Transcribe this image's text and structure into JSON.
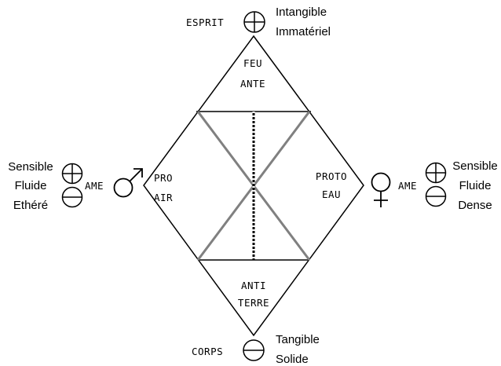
{
  "top": {
    "tag": "ESPRIT",
    "line1": "Intangible",
    "line2": "Immatériel",
    "symbol_icon": "plus-circle-icon"
  },
  "bottom": {
    "tag": "CORPS",
    "line1": "Tangible",
    "line2": "Solide",
    "symbol_icon": "minus-circle-icon"
  },
  "left": {
    "line1": "Sensible",
    "line2": "Fluide",
    "line3": "Ethéré",
    "tag": "AME",
    "symbol_icon": "male-symbol-icon"
  },
  "right": {
    "line1": "Sensible",
    "line2": "Fluide",
    "line3": "Dense",
    "tag": "AME",
    "symbol_icon": "female-symbol-icon"
  },
  "regions": {
    "top_line1": "FEU",
    "top_line2": "ANTE",
    "left_line1": "PRO",
    "left_line2": "AIR",
    "right_line1": "PROTO",
    "right_line2": "EAU",
    "bottom_line1": "ANTI",
    "bottom_line2": "TERRE"
  },
  "colors": {
    "outline": "#000000",
    "cross_lines": "#808080"
  }
}
